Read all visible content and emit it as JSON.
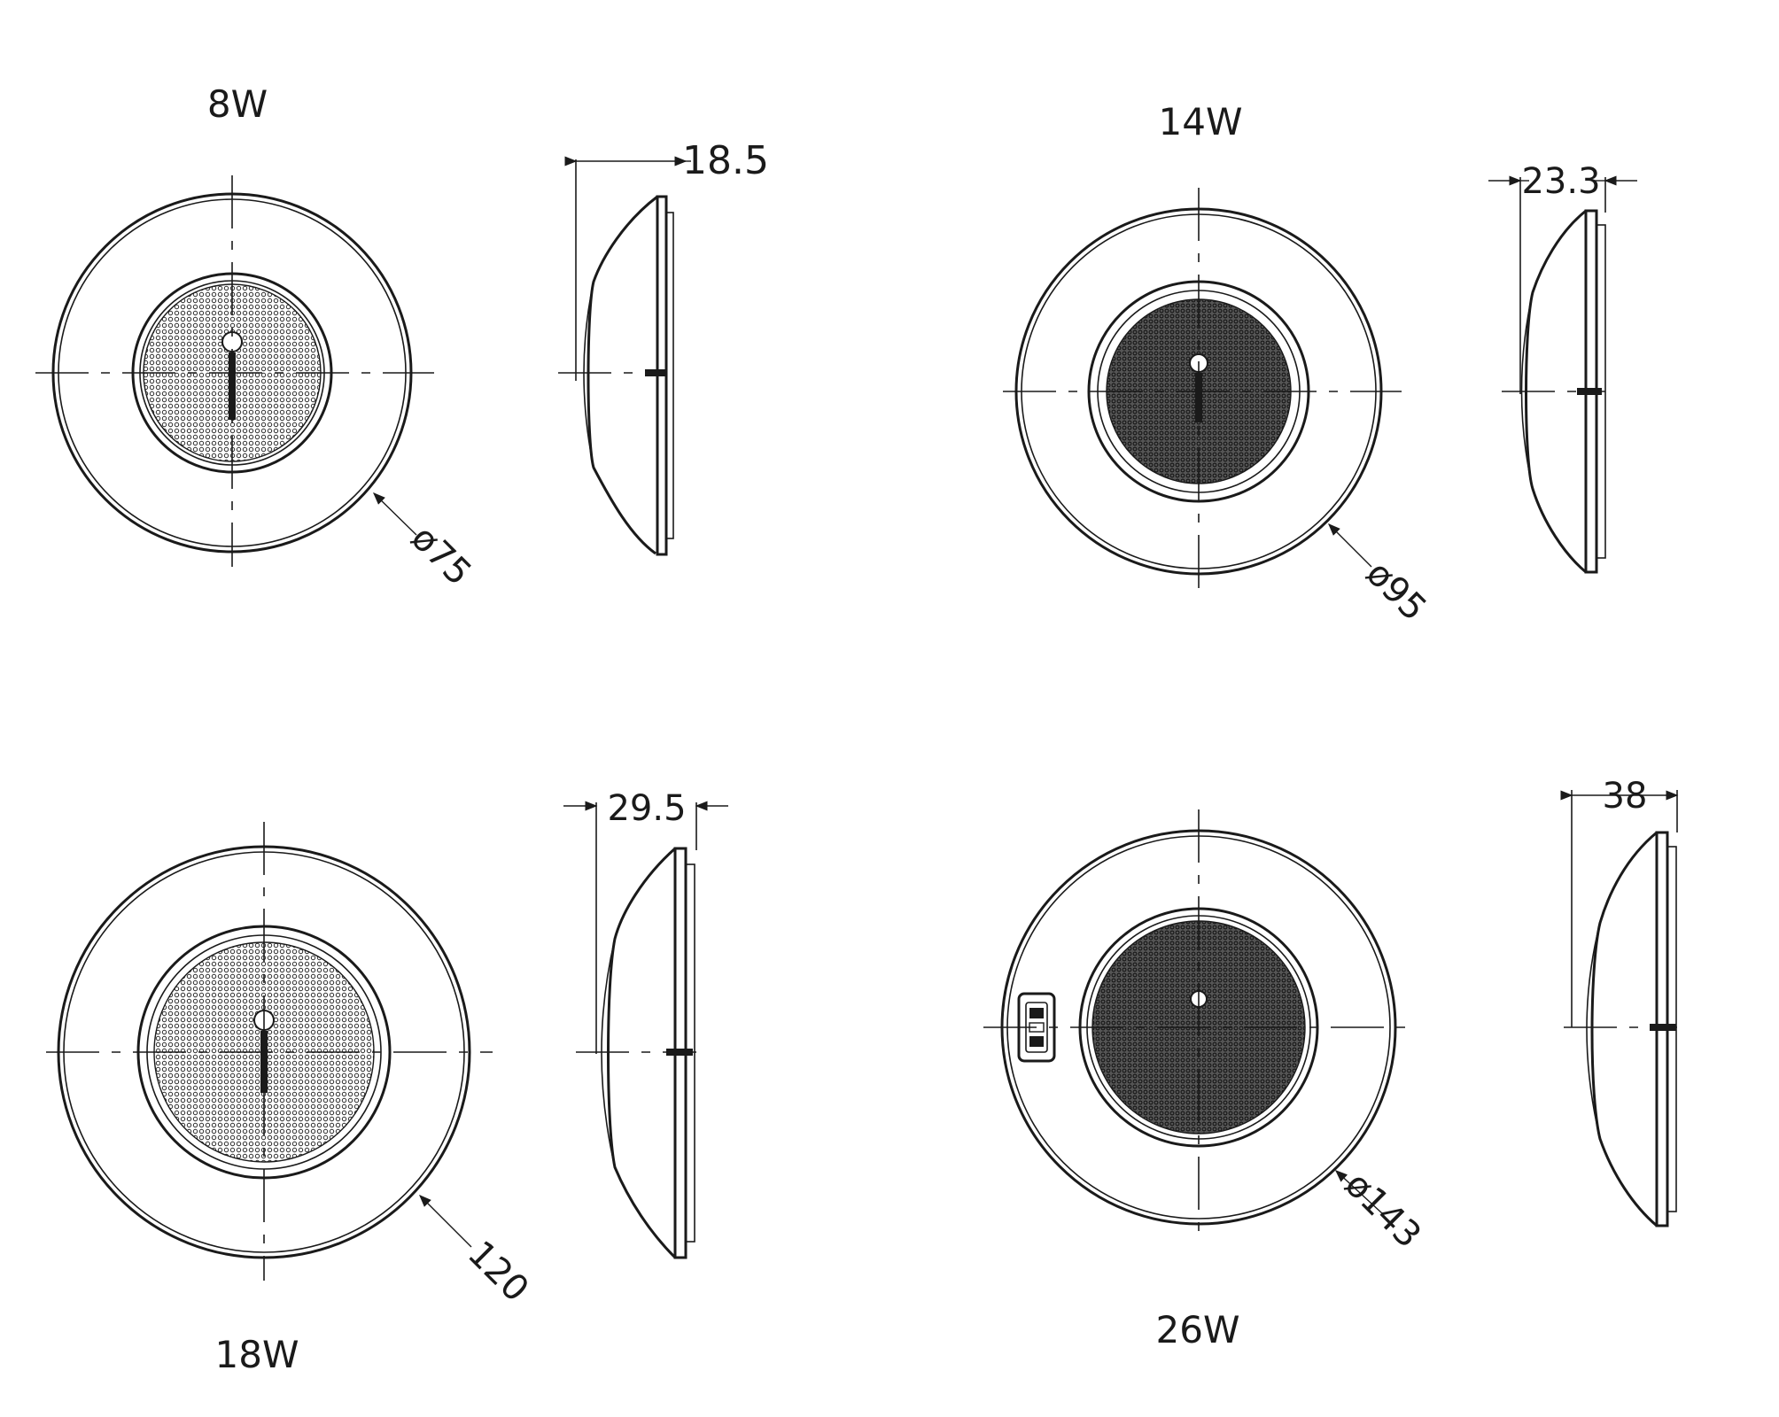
{
  "colors": {
    "line": "#1a1a1a",
    "background": "#ffffff"
  },
  "views": [
    {
      "id": "8w",
      "wattage": "8W",
      "diameter_label": "ø75",
      "depth_label": "18.5"
    },
    {
      "id": "14w",
      "wattage": "14W",
      "diameter_label": "ø95",
      "depth_label": "23.3"
    },
    {
      "id": "18w",
      "wattage": "18W",
      "diameter_label": "120",
      "depth_label": "29.5"
    },
    {
      "id": "26w",
      "wattage": "26W",
      "diameter_label": "ø143",
      "depth_label": "38"
    }
  ]
}
